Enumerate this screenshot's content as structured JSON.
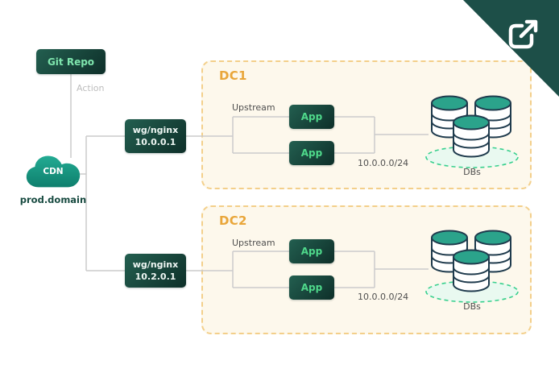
{
  "colors": {
    "node_gradient_start": "#235f50",
    "node_gradient_end": "#0e2f29",
    "mint_text": "#7fe6ae",
    "app_text": "#4fd98b",
    "nginx_text": "#eef6f3",
    "dc_border": "#f3cf8a",
    "dc_background": "#fdf8ec",
    "dc_title": "#e9a63a",
    "wire": "#cbcbcb",
    "cloud_top": "#23ab93",
    "cloud_bottom": "#0e7f6d",
    "domain_text": "#174a40",
    "corner_banner": "#1d4f48",
    "db_top_fill": "#2ba38b",
    "db_outline": "#1f3b4d",
    "platform_stroke": "#38d08e",
    "platform_fill": "#e9f9f0"
  },
  "icons": {
    "corner": "external-link-icon",
    "cdn": "cloud-icon",
    "databases": "database-cluster-icon"
  },
  "nodes": {
    "git_repo": {
      "label": "Git Repo"
    },
    "action": {
      "label": "Action"
    },
    "cdn": {
      "label": "CDN",
      "domain": "prod.domain"
    }
  },
  "datacenters": [
    {
      "title": "DC1",
      "nginx": {
        "line1": "wg/nginx",
        "line2": "10.0.0.1"
      },
      "upstream_label": "Upstream",
      "apps": [
        "App",
        "App"
      ],
      "subnet": "10.0.0.0/24",
      "dbs_label": "DBs"
    },
    {
      "title": "DC2",
      "nginx": {
        "line1": "wg/nginx",
        "line2": "10.2.0.1"
      },
      "upstream_label": "Upstream",
      "apps": [
        "App",
        "App"
      ],
      "subnet": "10.0.0.0/24",
      "dbs_label": "DBs"
    }
  ]
}
